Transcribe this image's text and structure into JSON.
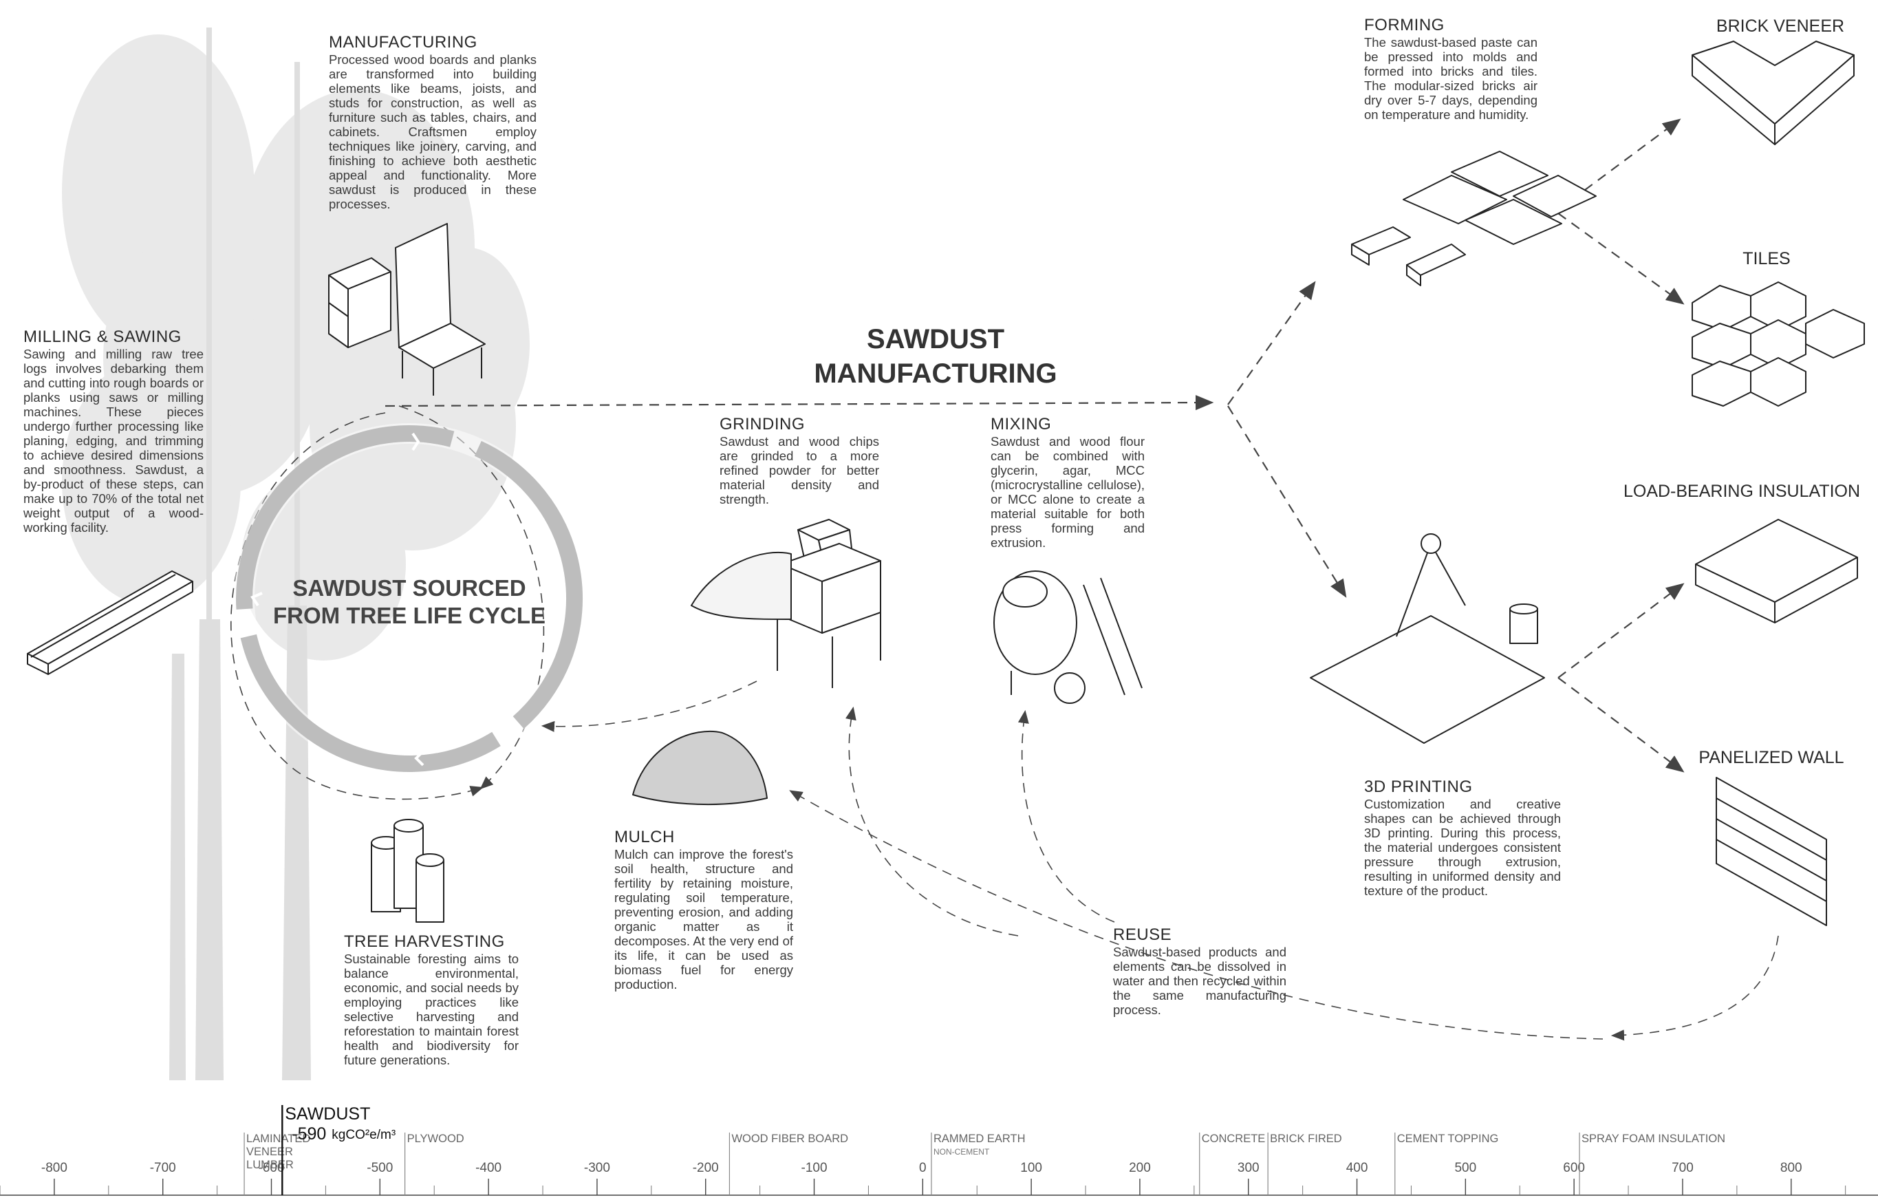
{
  "center_title": {
    "line1": "SAWDUST",
    "line2": "MANUFACTURING"
  },
  "cycle_title": {
    "line1": "SAWDUST SOURCED",
    "line2": "FROM TREE LIFE CYCLE"
  },
  "sections": {
    "manufacturing": {
      "title": "MANUFACTURING",
      "body": "Processed wood boards and planks are transformed into building elements like beams, joists, and studs for construction, as well as furniture such as tables, chairs, and cabinets. Craftsmen employ techniques like joinery, carving, and finishing to achieve both aesthetic appeal and functionality. More sawdust is produced in these processes."
    },
    "milling": {
      "title": "MILLING & SAWING",
      "body": "Sawing and milling raw tree logs involves debarking them and cutting into rough boards or planks using saws or milling machines. These pieces undergo further processing like planing, edging, and trimming to achieve desired dimensions and smoothness. Sawdust, a by-product of these steps, can make up to 70% of the total net weight output of a wood-working facility."
    },
    "harvesting": {
      "title": "TREE HARVESTING",
      "body": "Sustainable foresting aims to balance environmental, economic, and social needs by employing practices like selective harvesting and reforestation to maintain forest health and biodiversity for future generations."
    },
    "grinding": {
      "title": "GRINDING",
      "body": "Sawdust and wood chips are grinded to a more refined powder for better material density and strength."
    },
    "mixing": {
      "title": "MIXING",
      "body": "Sawdust and wood flour can be combined with glycerin, agar, MCC (microcrystalline cellulose), or MCC alone to create a material suitable for both press forming and extrusion."
    },
    "mulch": {
      "title": "MULCH",
      "body": "Mulch can improve the forest's soil health, structure and fertility by retaining moisture, regulating soil temperature, preventing erosion, and adding organic matter as it decomposes. At the very end of its life, it can be used as biomass fuel for energy production."
    },
    "forming": {
      "title": "FORMING",
      "body": "The sawdust-based paste can be pressed into molds and formed into bricks and tiles. The modular-sized bricks air dry over 5-7 days, depending on temperature and humidity."
    },
    "printing": {
      "title": "3D PRINTING",
      "body": "Customization and creative shapes can be achieved through 3D printing. During this process, the material undergoes consistent pressure through extrusion, resulting in uniformed density and texture of the product."
    },
    "reuse": {
      "title": "REUSE",
      "body": "Sawdust-based products and elements can be dissolved in water and then recycled within the same manufacturing process."
    }
  },
  "products": {
    "brick_veneer": "BRICK VENEER",
    "tiles": "TILES",
    "insulation": "LOAD-BEARING INSULATION",
    "panelized_wall": "PANELIZED WALL"
  },
  "scale": {
    "min": -850,
    "max": 880,
    "ticks": [
      -800,
      -700,
      -600,
      -500,
      -400,
      -300,
      -200,
      -100,
      0,
      100,
      200,
      300,
      400,
      500,
      600,
      700,
      800
    ],
    "tick_labels": [
      "-800",
      "-700",
      "-600",
      "-500",
      "-400",
      "-300",
      "-200",
      "-100",
      "0",
      "100",
      "200",
      "300",
      "400",
      "500",
      "600",
      "700",
      "800"
    ],
    "highlight": {
      "name": "SAWDUST",
      "value": -590,
      "value_label": "-590",
      "unit": "kgCO²e/m³"
    },
    "materials": [
      {
        "value": -625,
        "lines": [
          "LAMINATED",
          "VENEER",
          "LUMBER"
        ]
      },
      {
        "value": -477,
        "lines": [
          "PLYWOOD"
        ]
      },
      {
        "value": -178,
        "lines": [
          "WOOD FIBER BOARD"
        ]
      },
      {
        "value": 8,
        "lines": [
          "RAMMED EARTH"
        ],
        "sub": "NON-CEMENT"
      },
      {
        "value": 255,
        "lines": [
          "CONCRETE"
        ]
      },
      {
        "value": 318,
        "lines": [
          "BRICK FIRED"
        ]
      },
      {
        "value": 435,
        "lines": [
          "CEMENT TOPPING"
        ]
      },
      {
        "value": 605,
        "lines": [
          "SPRAY FOAM INSULATION"
        ]
      }
    ]
  },
  "colors": {
    "ink": "#2a2a2a",
    "cycle_ring": "#bdbdbd",
    "tree": "#e4e4e4",
    "arrow": "#444444"
  }
}
